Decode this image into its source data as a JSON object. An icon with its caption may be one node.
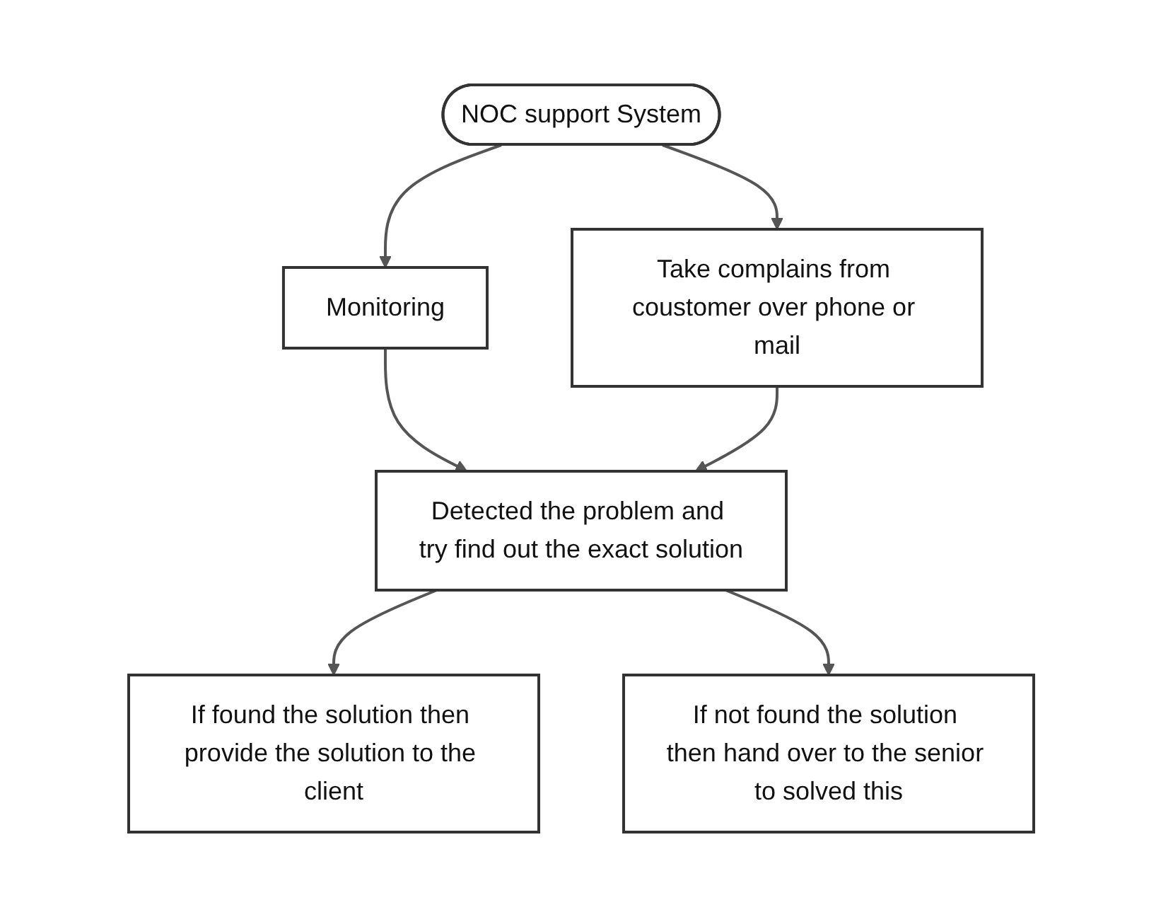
{
  "diagram": {
    "nodes": [
      {
        "text": [
          "NOC support System"
        ]
      },
      {
        "text": [
          "Monitoring"
        ]
      },
      {
        "text": [
          "Take complains from coustomer over phone or mail"
        ]
      },
      {
        "text": [
          "Detected the problem and try find out the exact solution"
        ]
      },
      {
        "text": [
          "If found the solution then provide the solution to the client"
        ]
      },
      {
        "text": [
          "If not found the solution then hand over to the senior to solved this"
        ]
      }
    ],
    "edges": [
      {
        "from": 0,
        "to": 1,
        "arrow": "to"
      },
      {
        "from": 0,
        "to": 2,
        "arrow": "to"
      },
      {
        "from": 1,
        "to": 3,
        "arrow": "to"
      },
      {
        "from": 2,
        "to": 3,
        "arrow": "to"
      },
      {
        "from": 3,
        "to": 4,
        "arrow": "to"
      },
      {
        "from": 3,
        "to": 5,
        "arrow": "to"
      }
    ]
  }
}
